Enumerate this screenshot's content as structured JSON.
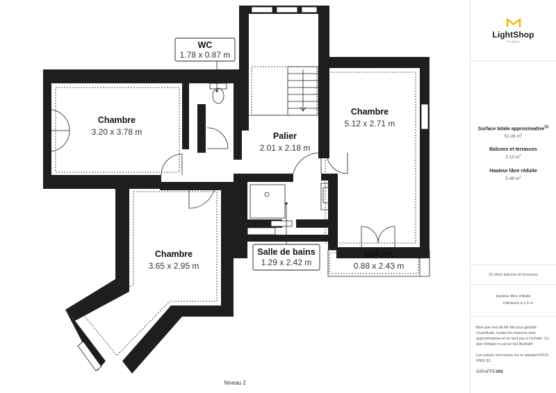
{
  "plan": {
    "level_label": "Niveau 2",
    "rooms": [
      {
        "name": "WC",
        "dims": "1.78 x 0.87 m"
      },
      {
        "name": "Chambre",
        "dims": "3.20 x 3.78 m"
      },
      {
        "name": "Palier",
        "dims": "2.01 x 2.18 m"
      },
      {
        "name": "Chambre",
        "dims": "5.12 x 2.71 m"
      },
      {
        "name": "Chambre",
        "dims": "3.65 x 2.95 m"
      },
      {
        "name": "Salle de bains",
        "dims": "1.29 x 2.42 m"
      },
      {
        "name": "Balcon",
        "dims": "0.88 x 2.43 m"
      }
    ]
  },
  "sidebar": {
    "brand": "LightShop",
    "brand_tagline": "The Agency",
    "logo_color": "#f2b705",
    "surface_total_label": "Surface totale approximative",
    "surface_total_sup": "(1)",
    "surface_total_value": "51.06 m",
    "balcons_label": "Balcons et terrasses",
    "balcons_value": "2.13 m",
    "hauteur_reduite_label": "Hauteur libre réduite",
    "hauteur_reduite_value": "5.49 m",
    "note_hors_balcons": "(1) Hors balcons et terrasses",
    "hauteur_legend_title": "Hauteur libre réduite",
    "hauteur_legend_value": "Inférieure à 1.5 m",
    "disclaimer": "Bien que tout ait été fait pour garantir l'exactitude, toutes les mesures sont approximatives et ne sont pas à l'échelle. Ce plan d'étage n'a qu'un but illustratif.",
    "standard_note": "Les calculs sont basés sur le standard RICS IPMS 3C.",
    "giraffe_prefix": "GIRAFFE",
    "giraffe_suffix": "360"
  }
}
